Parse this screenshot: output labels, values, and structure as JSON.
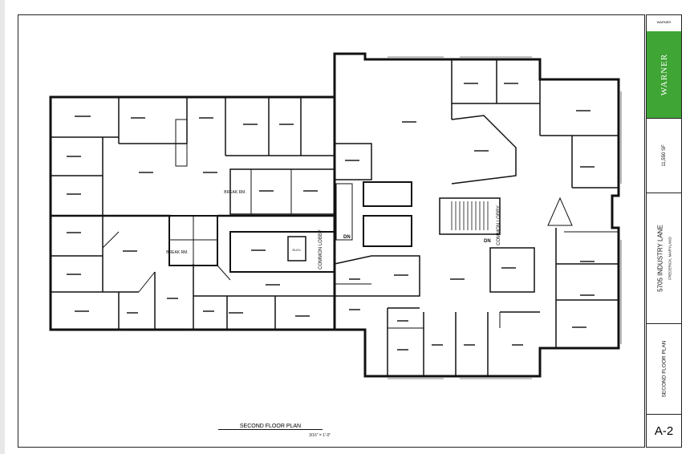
{
  "title_block": {
    "logo_small": "WARNER",
    "logo_main": "WARNER",
    "area": "11,550 SF",
    "address": "5705 INDUSTRY LANE",
    "city": "FREDERICK, MARYLAND",
    "sheet_title": "SECOND FLOOR PLAN",
    "sheet_number": "A-2"
  },
  "plan": {
    "title": "SECOND FLOOR PLAN",
    "scale": "3/16\" = 1'-0\"",
    "labels": {
      "common_lobby_left": "COMMON LOBBY",
      "common_lobby_right": "COMMON LOBBY",
      "break_rm_upper": "BREAK RM.",
      "break_rm_lower": "BREAK RM.",
      "elev": "ELEV.",
      "dn_left": "DN",
      "dn_right": "DN"
    }
  },
  "colors": {
    "wall": "#111111",
    "logo_green": "#3fa535",
    "line": "#222222"
  }
}
